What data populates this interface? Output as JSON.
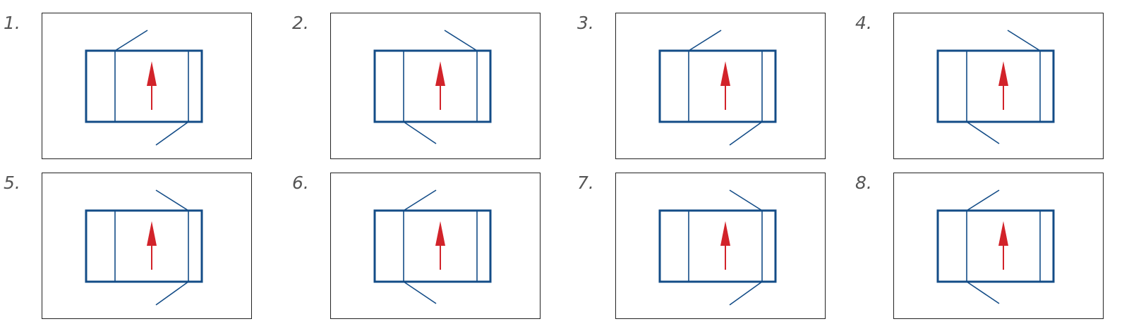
{
  "colors": {
    "door": "#134c87",
    "arrow": "#d2232a",
    "frame": "#222222",
    "number": "#555555"
  },
  "items": [
    {
      "label": "1.",
      "hinge_top": "left",
      "hinge_bottom": "right"
    },
    {
      "label": "2.",
      "hinge_top": "right",
      "hinge_bottom": "left"
    },
    {
      "label": "3.",
      "hinge_top": "left",
      "hinge_bottom": "right"
    },
    {
      "label": "4.",
      "hinge_top": "right",
      "hinge_bottom": "left"
    },
    {
      "label": "5.",
      "hinge_top": "right",
      "hinge_bottom": "right"
    },
    {
      "label": "6.",
      "hinge_top": "left",
      "hinge_bottom": "left"
    },
    {
      "label": "7.",
      "hinge_top": "right",
      "hinge_bottom": "right"
    },
    {
      "label": "8.",
      "hinge_top": "left",
      "hinge_bottom": "left"
    }
  ]
}
